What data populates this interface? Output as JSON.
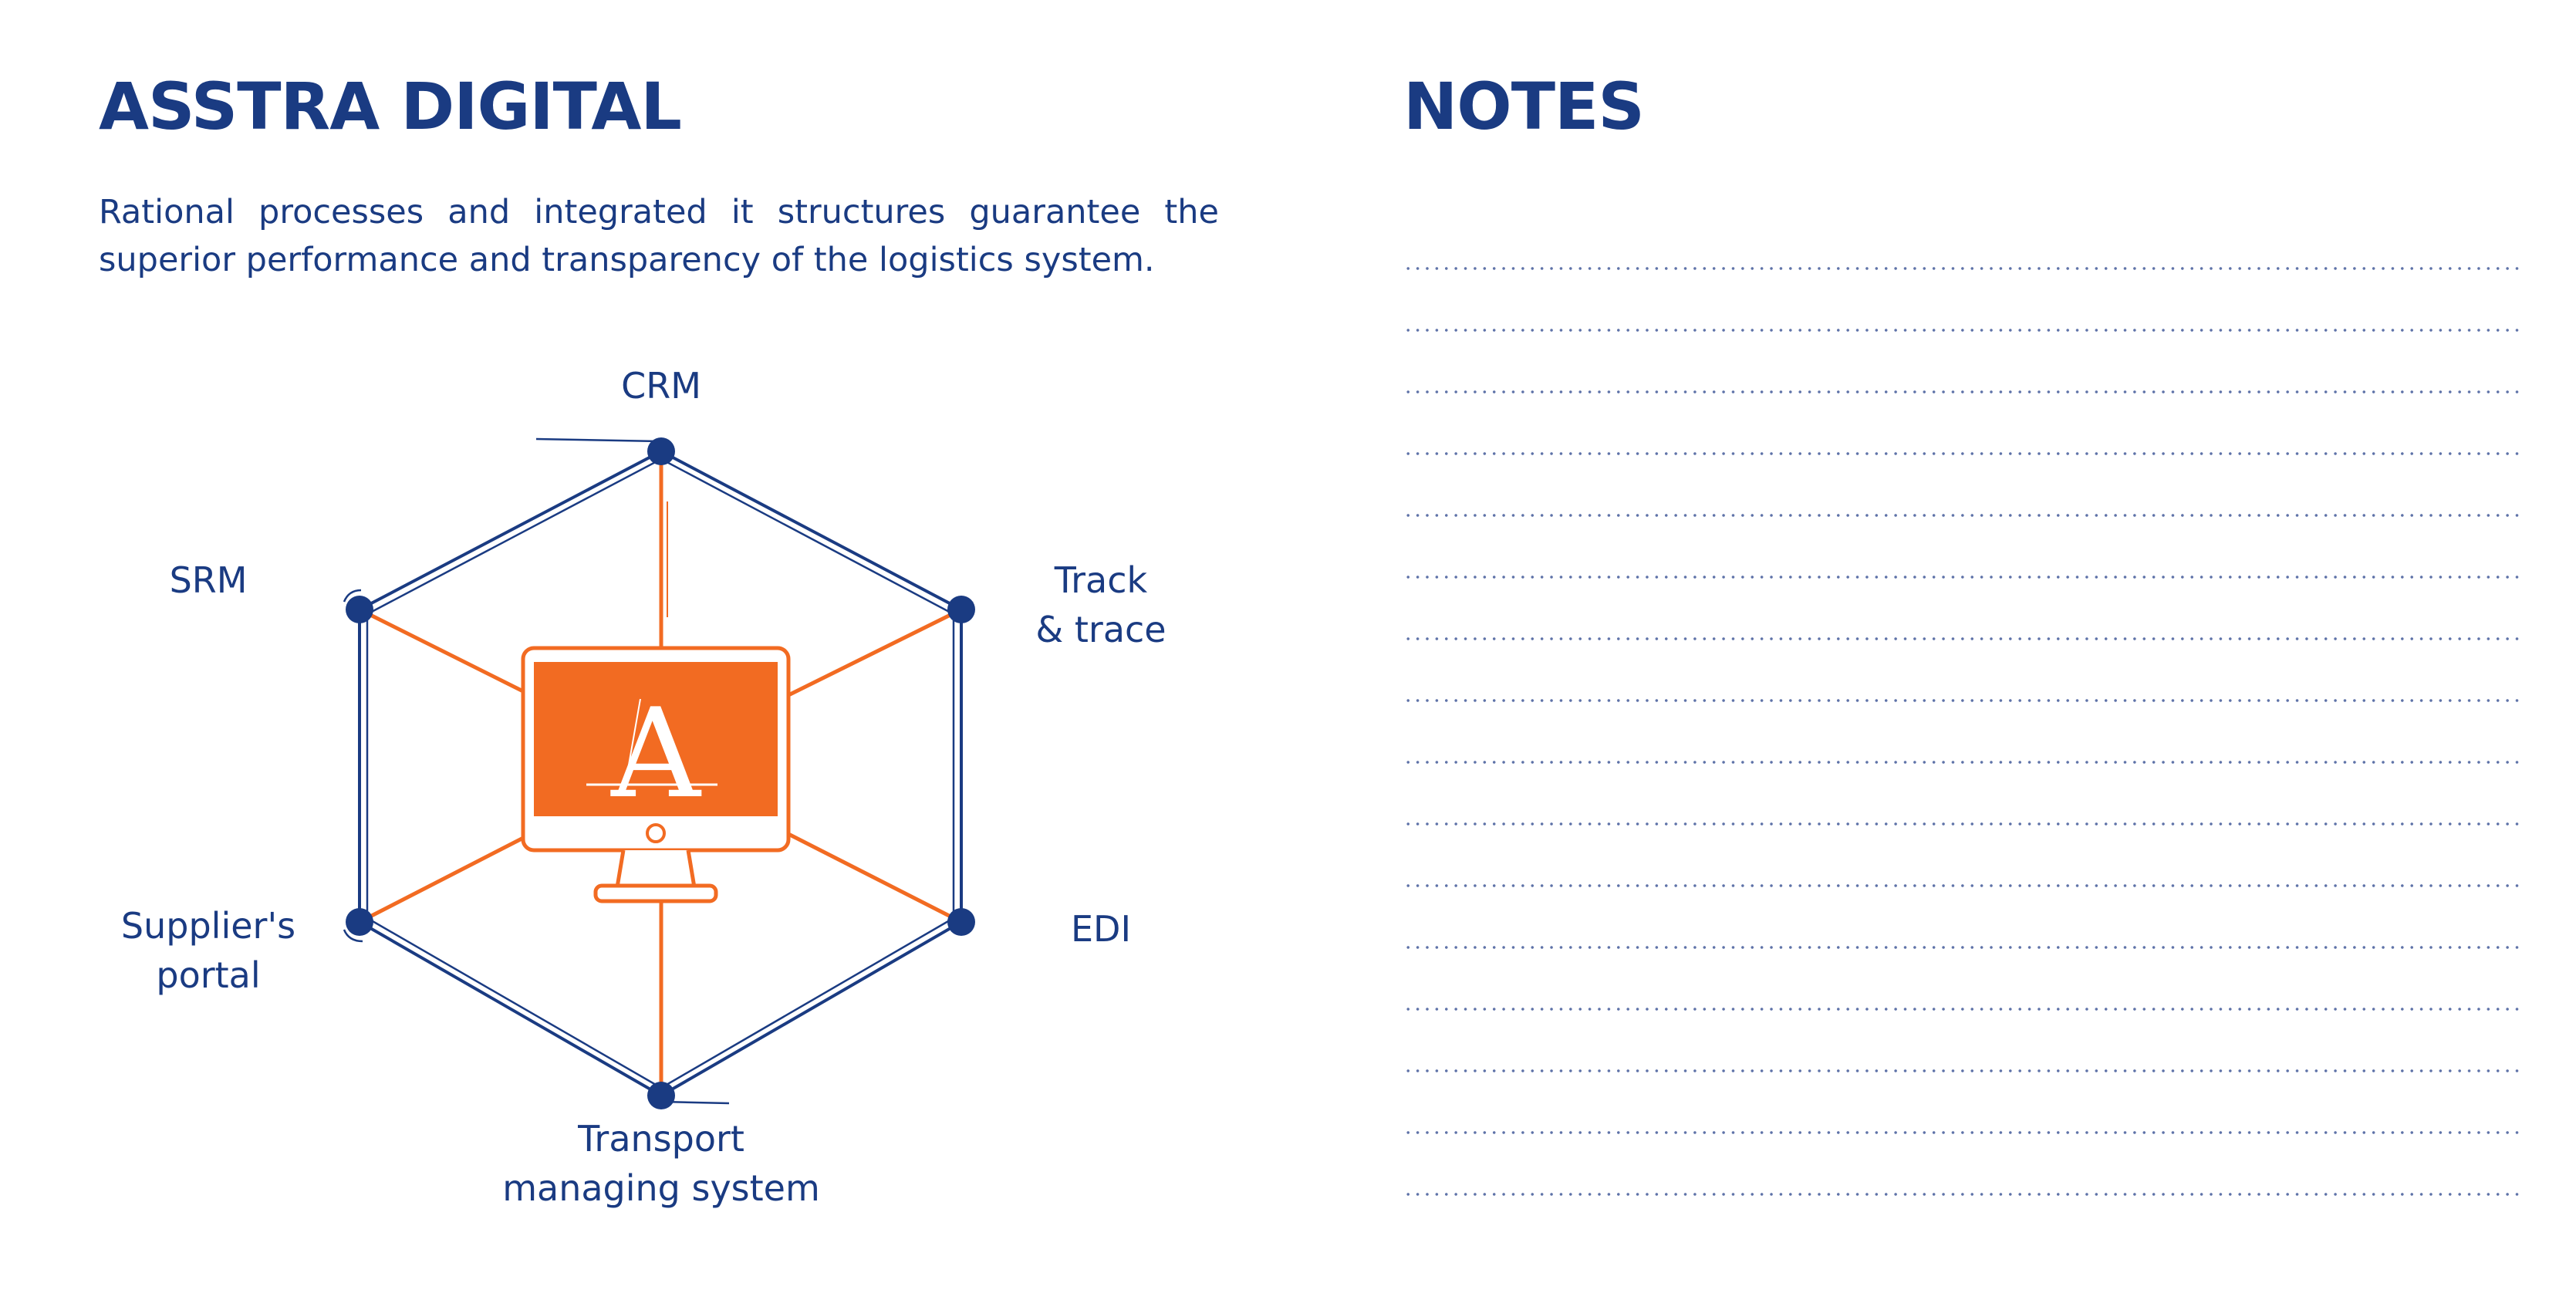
{
  "left": {
    "title": "ASSTRA DIGITAL",
    "intro": "Rational processes and integrated it structures guarantee the superior performance and transparency of the logistics system.",
    "diagram": {
      "center_logo_letter": "A",
      "nodes": {
        "crm": [
          "CRM"
        ],
        "track": [
          "Track",
          "& trace"
        ],
        "edi": [
          "EDI"
        ],
        "tms": [
          "Transport",
          "managing system"
        ],
        "supplier": [
          "Supplier's",
          "portal"
        ],
        "srm": [
          "SRM"
        ]
      },
      "colors": {
        "navy": "#1a3b82",
        "orange": "#f26b22"
      }
    }
  },
  "right": {
    "title": "NOTES",
    "line_count": 16
  }
}
